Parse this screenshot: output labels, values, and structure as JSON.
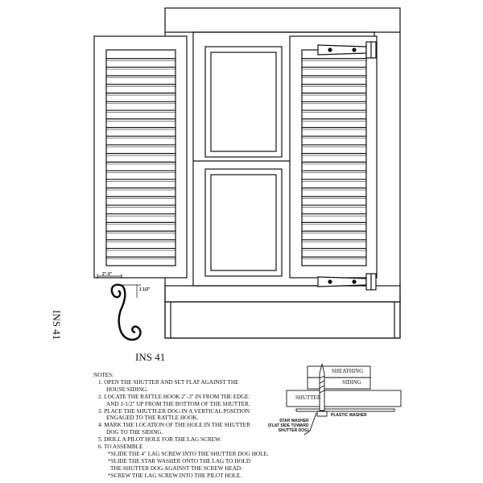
{
  "drawing": {
    "code": "INS 41",
    "caption": "INS 41",
    "dimensions": {
      "edge_offset": "2\"-3\"",
      "up_offset": "1 1/2\""
    }
  },
  "notes": {
    "heading": "NOTES:",
    "items": [
      "1. OPEN THE SHUTTER AND SET FLAT AGAINST THE",
      "HOUSE SIDING.",
      "2. LOCATE THE RATTLE HOOK 2\"-3\" IN FROM THE EDGE",
      "AND 1-1/2\" UP FROM THE BOTTOM OF THE SHUTTER.",
      "3. PLACE THE SHUTTLER DOG IN A VERTICAL POSITION",
      "ENGAGED TO THE RATTLE HOOK.",
      "4. MARK THE LOCATION OF THE HOLE IN THE SHUTTER",
      "DOG TO THE SIDING.",
      "5. DRILL A PILOT HOLE FOR THE LAG SCREW.",
      "6. TO ASSEMBLE",
      "*SLIDE THE 4\" LAG SCREW INTO THE SHUTTER DOG HOLE.",
      "*SLIDE THE STAR WASHER ONTO THE LAG TO HOLD",
      "THE SHUTTER DOG AGAINST THE SCREW HEAD.",
      "*SCREW THE LAG SCREW INTO THE PILOT HOLE."
    ]
  },
  "detail": {
    "sheathing": "SHEATHING",
    "siding": "SIDING",
    "shutter": "SHUTTER",
    "plastic_washer": "PLASTIC WASHER",
    "star_washer": [
      "STAR WASHER",
      "(FLAT SIDE TOWARD",
      "SHUTTER DOG)"
    ]
  }
}
